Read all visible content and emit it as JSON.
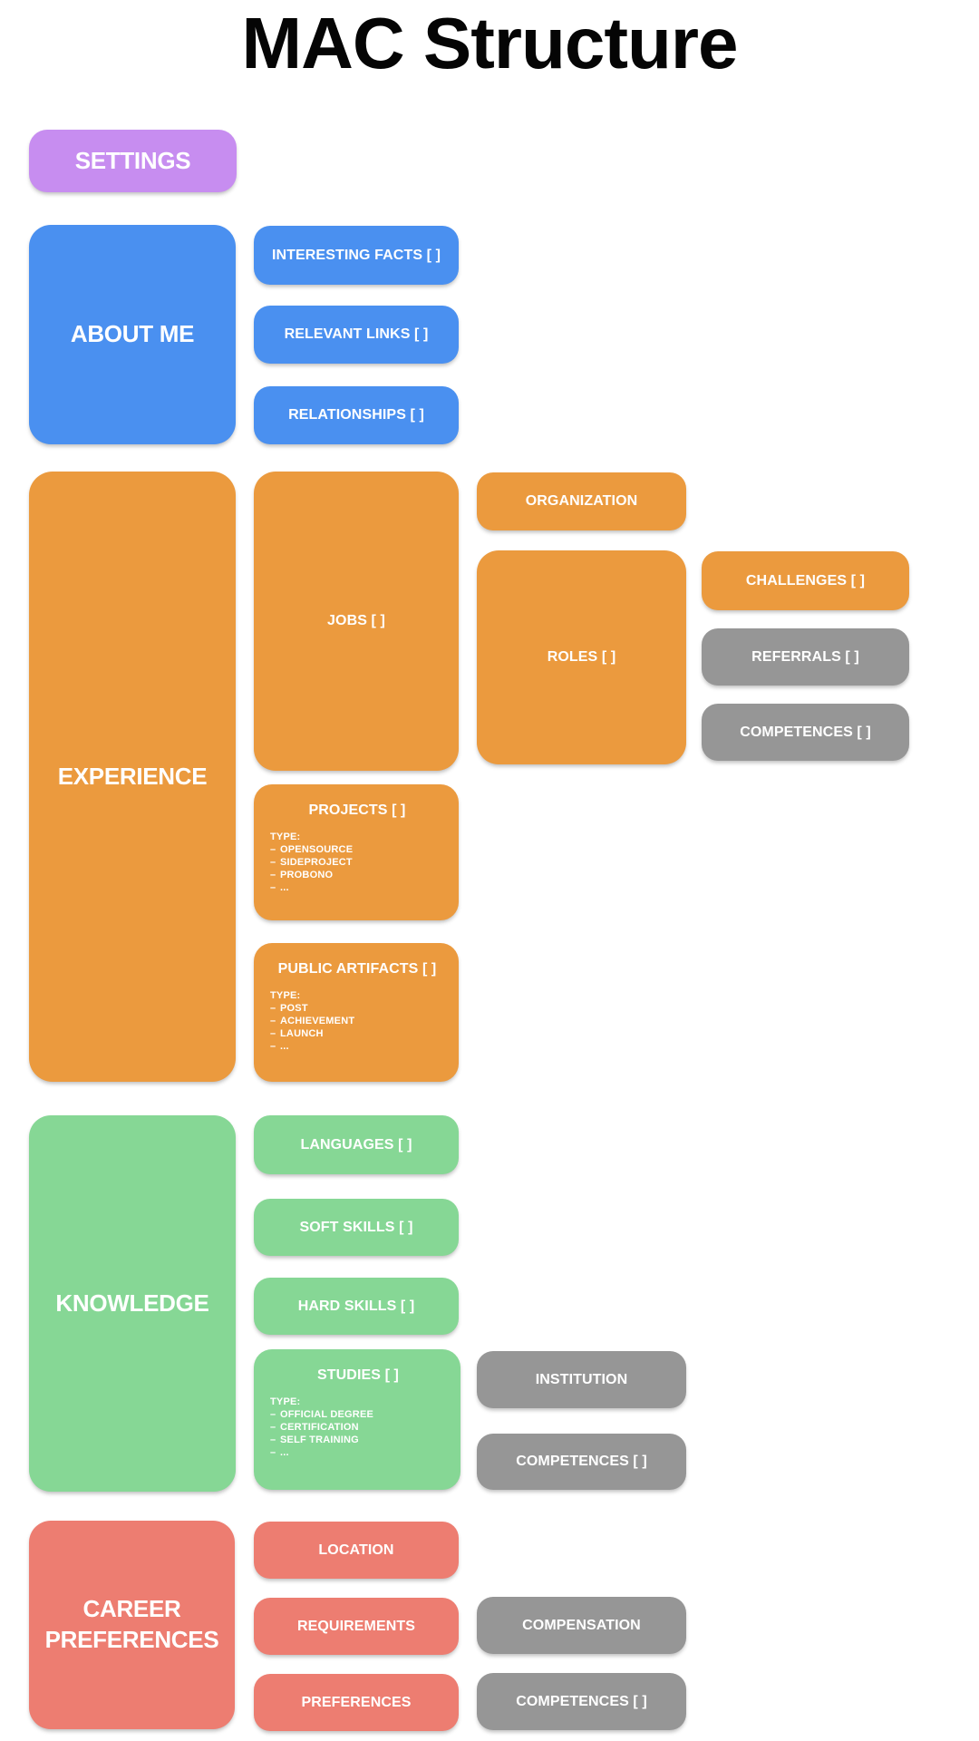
{
  "title": "MAC Structure",
  "bullet": "–",
  "colors": {
    "purple": "#c78df0",
    "blue": "#4a90f0",
    "orange": "#eb9a3e",
    "green": "#86d795",
    "salmon": "#ed7d71",
    "gray": "#969696",
    "title_text": "#050505",
    "box_text": "#ffffff"
  },
  "settings": {
    "label": "SETTINGS"
  },
  "about_me": {
    "label": "ABOUT ME",
    "interesting_facts": "INTERESTING FACTS [ ]",
    "relevant_links": "RELEVANT LINKS [ ]",
    "relationships": "RELATIONSHIPS [ ]"
  },
  "experience": {
    "label": "EXPERIENCE",
    "jobs": "JOBS [ ]",
    "projects": {
      "label": "PROJECTS [ ]",
      "type_heading": "TYPE:",
      "types": [
        "OPENSOURCE",
        "SIDEPROJECT",
        "PROBONO",
        "..."
      ]
    },
    "public_artifacts": {
      "label": "PUBLIC ARTIFACTS [ ]",
      "type_heading": "TYPE:",
      "types": [
        "POST",
        "ACHIEVEMENT",
        "LAUNCH",
        "..."
      ]
    },
    "organization": "ORGANIZATION",
    "roles": "ROLES [ ]",
    "challenges": "CHALLENGES [ ]",
    "referrals": "REFERRALS [ ]",
    "competences": "COMPETENCES [ ]"
  },
  "knowledge": {
    "label": "KNOWLEDGE",
    "languages": "LANGUAGES [ ]",
    "soft_skills": "SOFT SKILLS [ ]",
    "hard_skills": "HARD SKILLS [ ]",
    "studies": {
      "label": "STUDIES [ ]",
      "type_heading": "TYPE:",
      "types": [
        "OFFICIAL DEGREE",
        "CERTIFICATION",
        "SELF TRAINING",
        "..."
      ]
    },
    "institution": "INSTITUTION",
    "competences": "COMPETENCES [ ]"
  },
  "career_preferences": {
    "label": "CAREER PREFERENCES",
    "location": "LOCATION",
    "requirements": "REQUIREMENTS",
    "preferences": "PREFERENCES",
    "compensation": "COMPENSATION",
    "competences": "COMPETENCES [ ]"
  }
}
